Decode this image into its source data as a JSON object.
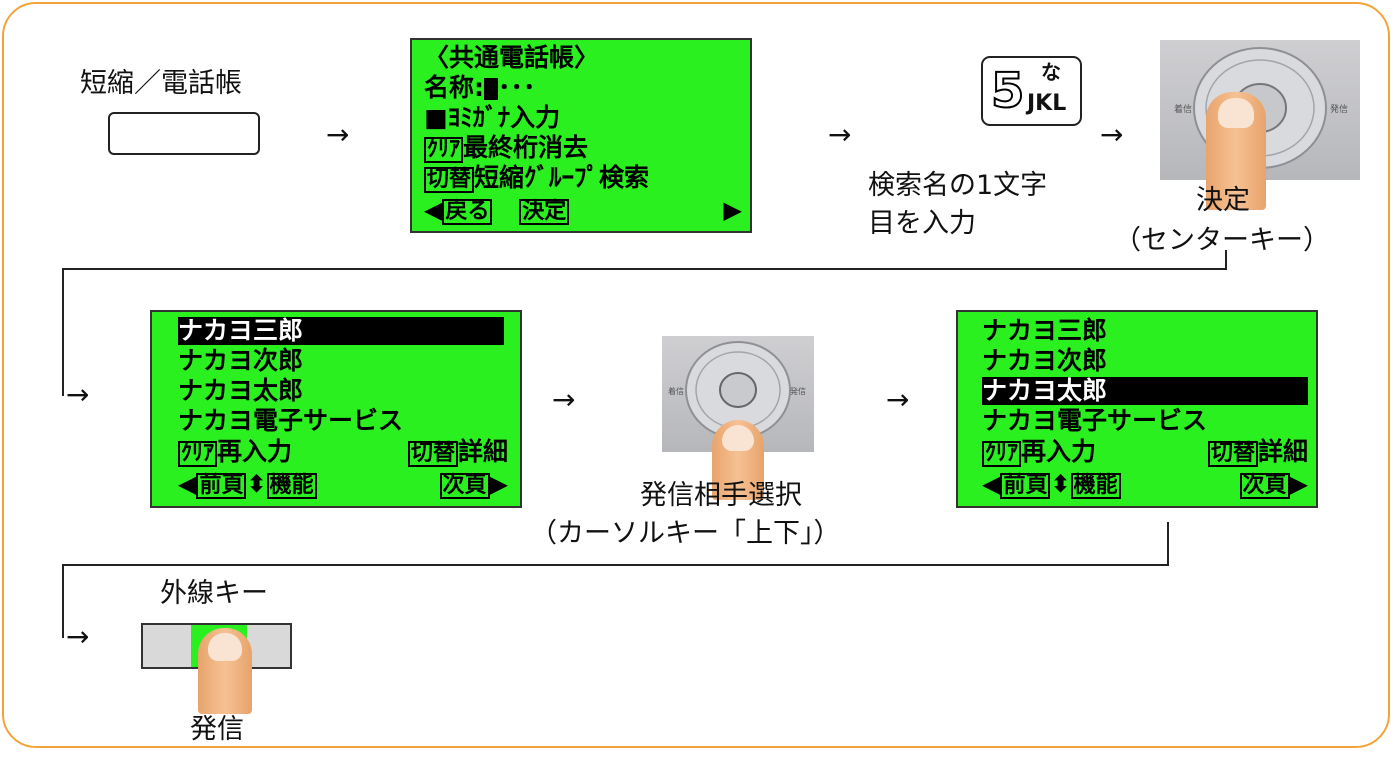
{
  "step1": {
    "label": "短縮／電話帳"
  },
  "arrow": "→",
  "lcd1": {
    "line1": "〈共通電話帳〉",
    "line2_label": "名称:",
    "line2_rest": "･･･",
    "line3": "■ﾖﾐｶﾞﾅ入力",
    "line4_box": "ｸﾘｱ",
    "line4_text": "最終桁消去",
    "line5_box": "切替",
    "line5_text": "短縮ｸﾞﾙｰﾌﾟ検索",
    "line6_left": "◀",
    "line6_box1": "戻る",
    "line6_box2": "決定",
    "line6_right": "▶"
  },
  "key5": {
    "digit": "5",
    "kana": "な",
    "letters": "JKL"
  },
  "key5_caption": [
    "検索名の1文字",
    "目を入力"
  ],
  "center_key_caption": [
    "決定",
    "（センターキー）"
  ],
  "list_items": [
    "ナカヨ三郎",
    "ナカヨ次郎",
    "ナカヨ太郎",
    "ナカヨ電子サービス"
  ],
  "lcd_footer": {
    "clear_box": "ｸﾘｱ",
    "clear_text": "再入力",
    "switch_box": "切替",
    "switch_text": "詳細",
    "left": "◀",
    "prev_box": "前頁",
    "updown": "⬍",
    "func_box": "機能",
    "next_box": "次頁",
    "right": "▶"
  },
  "cursor_caption": [
    "発信相手選択",
    "（カーソルキー「上下」）"
  ],
  "outside_key_label": "外線キー",
  "send_label": "発信",
  "colors": {
    "lcd": "#2af020",
    "frame": "#f2a43a",
    "finger": "#f3b885"
  }
}
